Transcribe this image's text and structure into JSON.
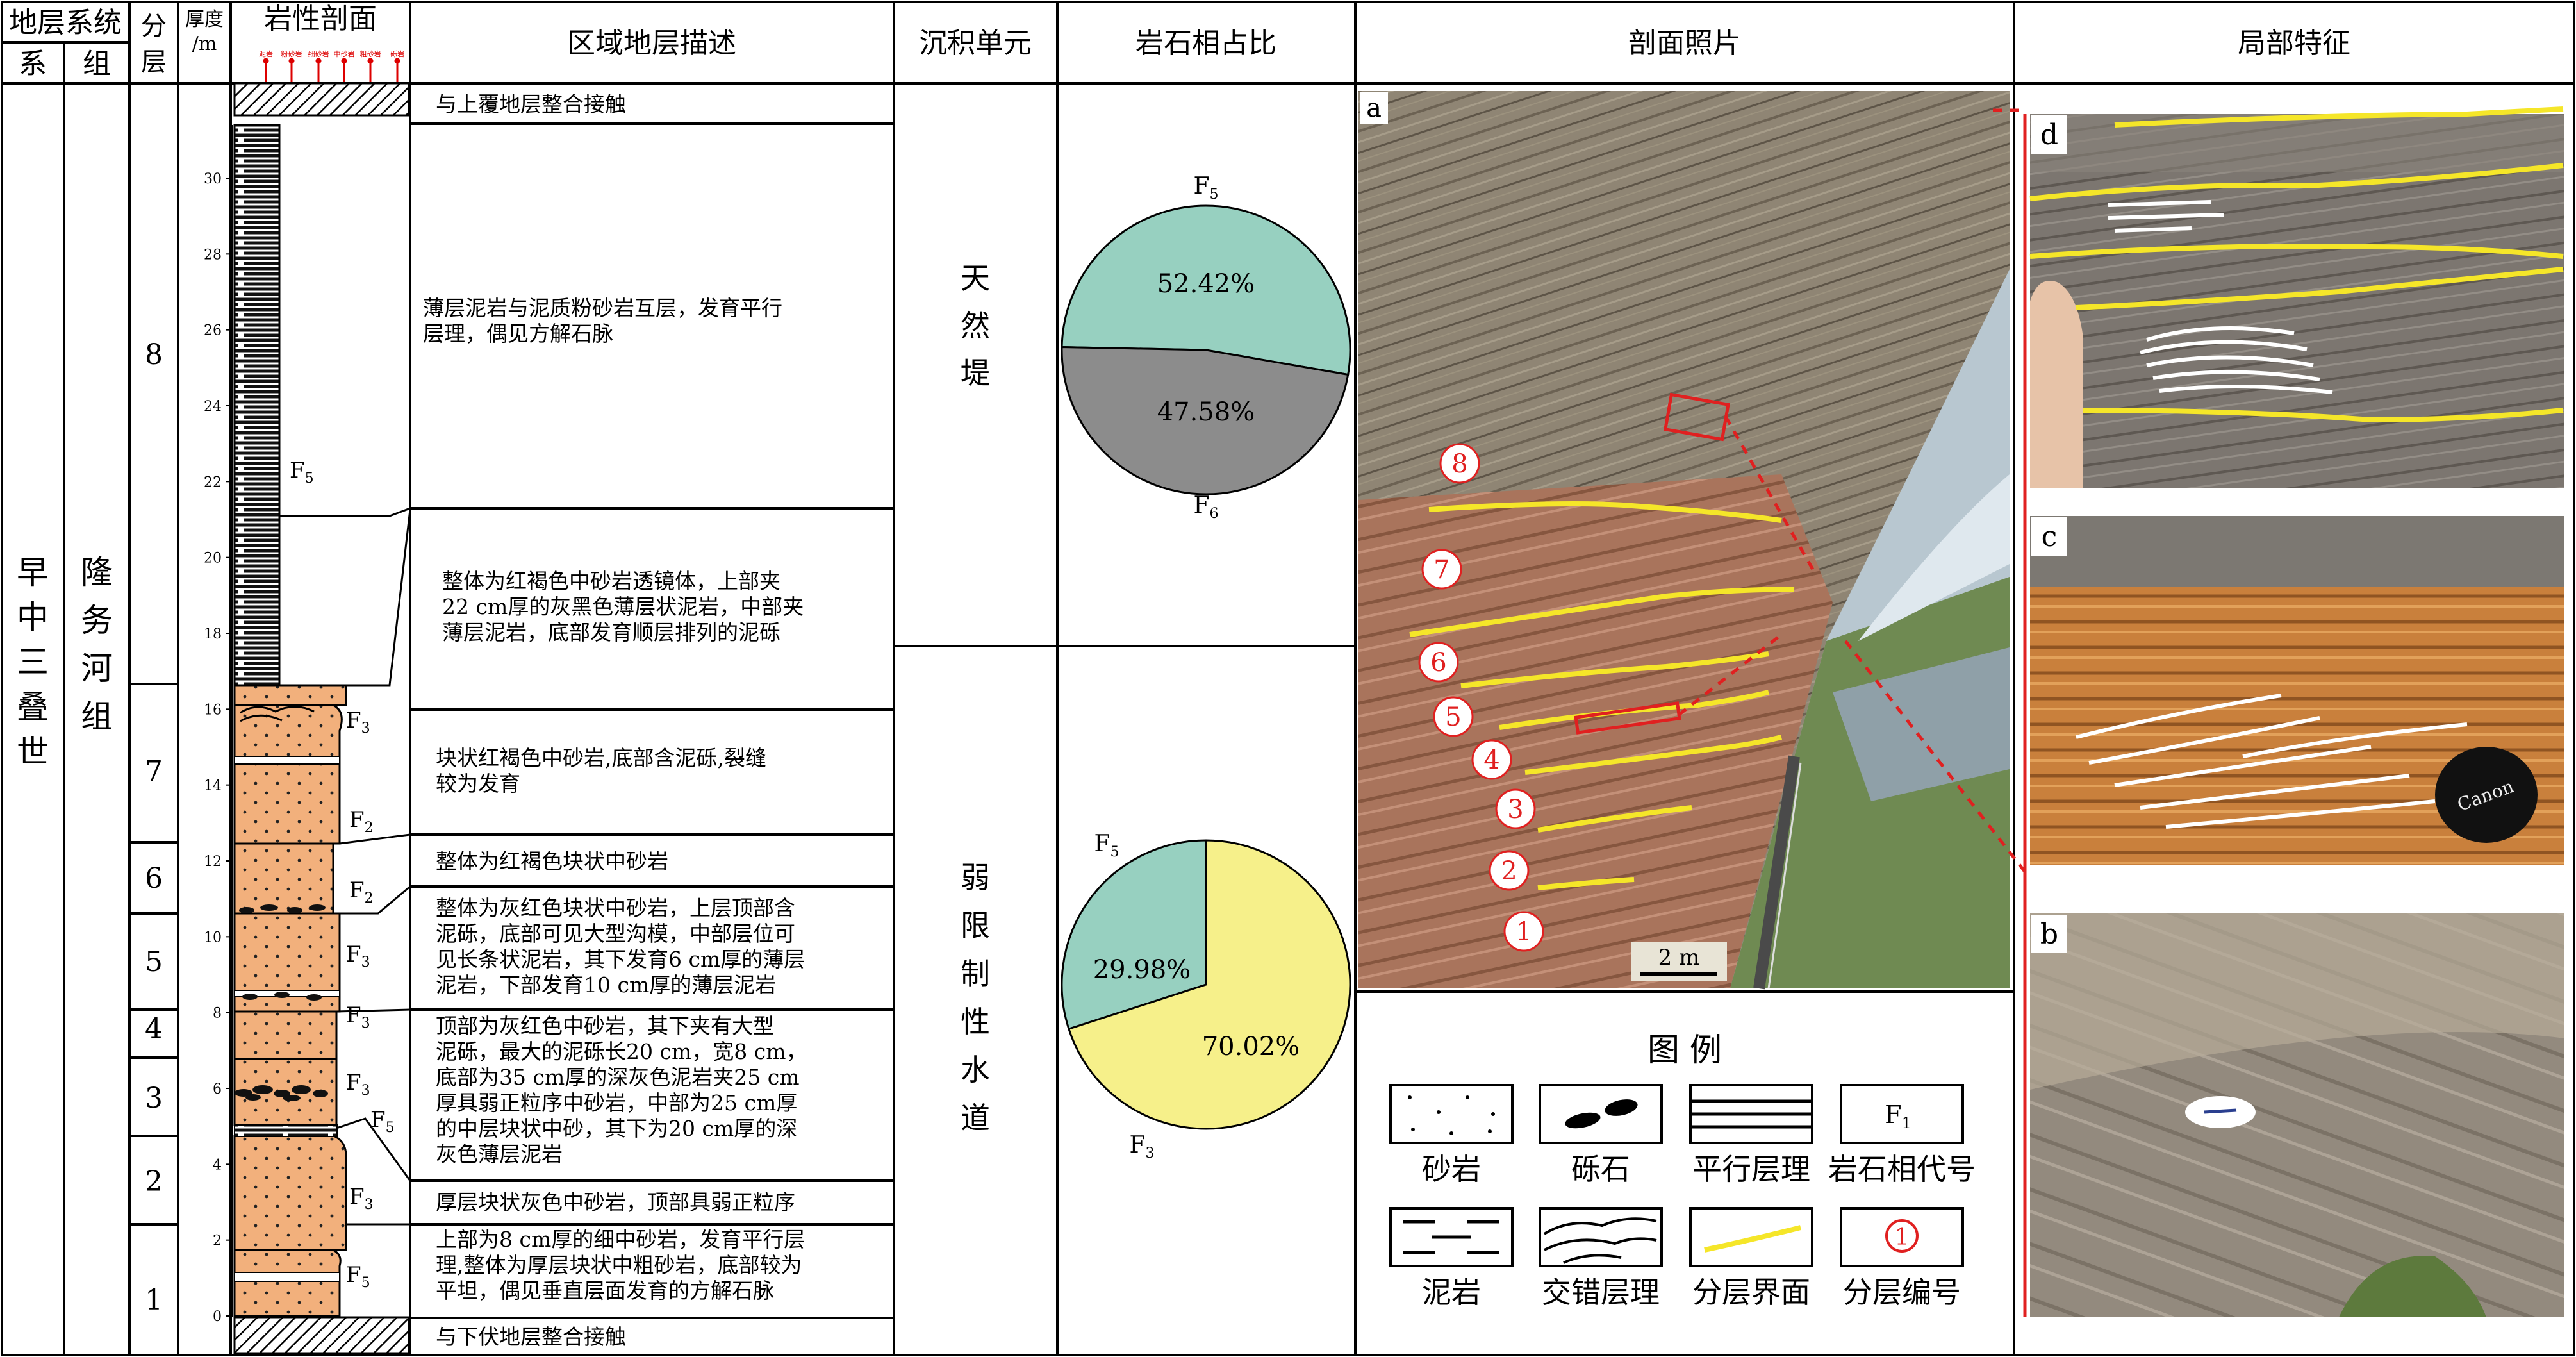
{
  "headers": {
    "strat_system": "地层系统",
    "system": "系",
    "group": "组",
    "layer": "分层",
    "thickness": "厚度/m",
    "lithology": "岩性剖面",
    "desc": "区域地层描述",
    "unit": "沉积单元",
    "ratio": "岩石相占比",
    "photo": "剖面照片",
    "local": "局部特征"
  },
  "grain_sizes": [
    "泥岩",
    "粉砂岩",
    "细砂岩",
    "中砂岩",
    "粗砂岩",
    "砾岩"
  ],
  "system_name": "早中三叠世",
  "group_name": "隆务河组",
  "layers": [
    "8",
    "7",
    "6",
    "5",
    "4",
    "3",
    "2",
    "1"
  ],
  "thickness_ticks": [
    "0",
    "2",
    "4",
    "6",
    "8",
    "10",
    "12",
    "14",
    "16",
    "18",
    "20",
    "22",
    "24",
    "26",
    "28",
    "30"
  ],
  "facies_labels": {
    "f5_top": "F",
    "f3_7": "F",
    "f2_7": "F",
    "f2_6": "F",
    "f3_5": "F",
    "f3_4": "F",
    "f3_3": "F",
    "f5_3": "F",
    "f3_2": "F",
    "f5_1": "F"
  },
  "facies_subs": {
    "f5_top": "5",
    "f3_7": "3",
    "f2_7": "2",
    "f2_6": "2",
    "f3_5": "3",
    "f3_4": "3",
    "f3_3": "3",
    "f5_3": "5",
    "f3_2": "3",
    "f5_1": "5"
  },
  "descriptions": {
    "top_contact": "与上覆地层整合接触",
    "d8": [
      "薄层泥岩与泥质粉砂岩互层，发育平行",
      "层理，偶见方解石脉"
    ],
    "d7a": [
      "整体为红褐色中砂岩透镜体，上部夹",
      "22 cm厚的灰黑色薄层状泥岩，中部夹",
      "薄层泥岩，底部发育顺层排列的泥砾"
    ],
    "d7b": [
      "块状红褐色中砂岩,底部含泥砾,裂缝",
      "较为发育"
    ],
    "d6": [
      "整体为红褐色块状中砂岩"
    ],
    "d5": [
      "整体为灰红色块状中砂岩，上层顶部含",
      "泥砾，底部可见大型沟模，中部层位可",
      "见长条状泥岩，其下发育6 cm厚的薄层",
      "泥岩，下部发育10 cm厚的薄层泥岩"
    ],
    "d4": [
      "顶部为灰红色中砂岩，其下夹有大型",
      "泥砾，最大的泥砾长20 cm，宽8 cm，",
      "底部为35 cm厚的深灰色泥岩夹25 cm",
      "厚具弱正粒序中砂岩，中部为25 cm厚",
      "的中层块状中砂，其下为20 cm厚的深",
      "灰色薄层泥岩"
    ],
    "d2": [
      "厚层块状灰色中砂岩，顶部具弱正粒序"
    ],
    "d1": [
      "上部为8  cm厚的细中砂岩，发育平行层",
      "理,整体为厚层块状中粗砂岩，底部较为",
      "平坦，偶见垂直层面发育的方解石脉"
    ],
    "bottom_contact": "与下伏地层整合接触"
  },
  "units": {
    "upper": [
      "天",
      "然",
      "堤"
    ],
    "lower": [
      "弱",
      "限",
      "制",
      "性",
      "水",
      "道"
    ]
  },
  "pie_colors": {
    "F5": "#97D0C0",
    "F6": "#8C8C8C",
    "F3": "#F6F08A"
  },
  "pies": [
    {
      "top_label": "F",
      "top_sub": "5",
      "bottom_label": "F",
      "bottom_sub": "6",
      "v1": "52.42%",
      "v2": "47.58%"
    },
    {
      "top_label": "F",
      "top_sub": "5",
      "bottom_label": "F",
      "bottom_sub": "3",
      "v1": "29.98%",
      "v2": "70.02%"
    }
  ],
  "photo_panel": {
    "label": "a",
    "scale": "2 m",
    "layer_numbers": [
      "8",
      "7",
      "6",
      "5",
      "4",
      "3",
      "2",
      "1"
    ]
  },
  "side_photos": {
    "d": "d",
    "c": "c",
    "b": "b",
    "lens_cap": "Canon"
  },
  "legend": {
    "title": "图 例",
    "items": [
      "砂岩",
      "砾石",
      "平行层理",
      "岩石相代号",
      "泥岩",
      "交错层理",
      "分层界面",
      "分层编号"
    ],
    "symbol_f": "F",
    "symbol_f_sub": "1",
    "symbol_num": "1"
  },
  "colors": {
    "sand": "#F2B07C",
    "red_marker": "#E02020",
    "yellow_line": "#F5E629"
  }
}
